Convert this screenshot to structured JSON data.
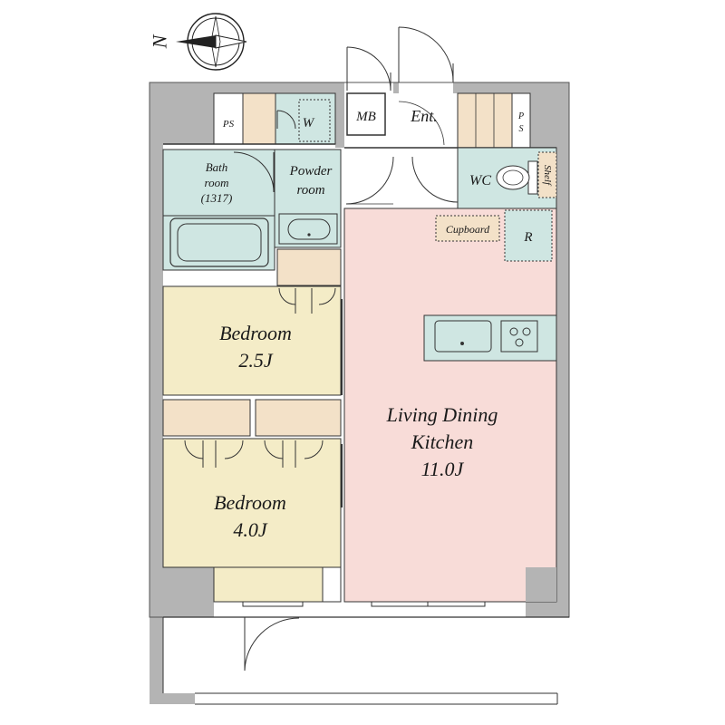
{
  "compass": {
    "north_label": "N"
  },
  "rooms": {
    "ps_left": "PS",
    "w": "W",
    "mb": "MB",
    "ent": "Ent.",
    "ps_right_1": "P",
    "ps_right_2": "S",
    "bath_1": "Bath",
    "bath_2": "room",
    "bath_3": "(1317)",
    "powder_1": "Powder",
    "powder_2": "room",
    "wc": "WC",
    "shelf": "Shelf",
    "cupboard": "Cupboard",
    "r": "R",
    "bedroom1_name": "Bedroom",
    "bedroom1_size": "2.5J",
    "bedroom2_name": "Bedroom",
    "bedroom2_size": "4.0J",
    "ldk_1": "Living Dining",
    "ldk_2": "Kitchen",
    "ldk_size": "11.0J"
  },
  "colors": {
    "wall": "#b4b4b4",
    "wet_area": "#cfe6e2",
    "bedroom": "#f4ecc7",
    "ldk": "#f8dcd8",
    "storage": "#f3e1c8",
    "line": "#333333"
  }
}
